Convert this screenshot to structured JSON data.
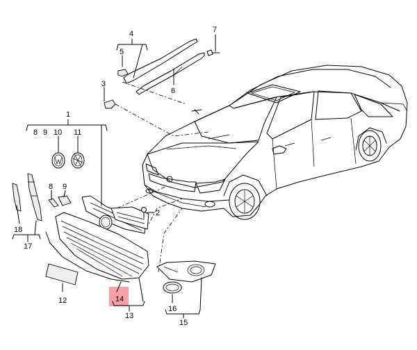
{
  "callouts": [
    {
      "id": "1",
      "label": "1"
    },
    {
      "id": "2",
      "label": "2"
    },
    {
      "id": "3",
      "label": "3"
    },
    {
      "id": "4",
      "label": "4"
    },
    {
      "id": "5",
      "label": "5"
    },
    {
      "id": "6",
      "label": "6"
    },
    {
      "id": "7",
      "label": "7"
    },
    {
      "id": "8a",
      "label": "8"
    },
    {
      "id": "9a",
      "label": "9"
    },
    {
      "id": "10",
      "label": "10"
    },
    {
      "id": "11",
      "label": "11"
    },
    {
      "id": "8b",
      "label": "8"
    },
    {
      "id": "9b",
      "label": "9"
    },
    {
      "id": "12",
      "label": "12"
    },
    {
      "id": "13",
      "label": "13"
    },
    {
      "id": "14",
      "label": "14"
    },
    {
      "id": "15",
      "label": "15"
    },
    {
      "id": "16",
      "label": "16"
    },
    {
      "id": "17",
      "label": "17"
    },
    {
      "id": "18",
      "label": "18"
    }
  ],
  "highlight": {
    "part": "14",
    "color": "#f6a0a8"
  }
}
